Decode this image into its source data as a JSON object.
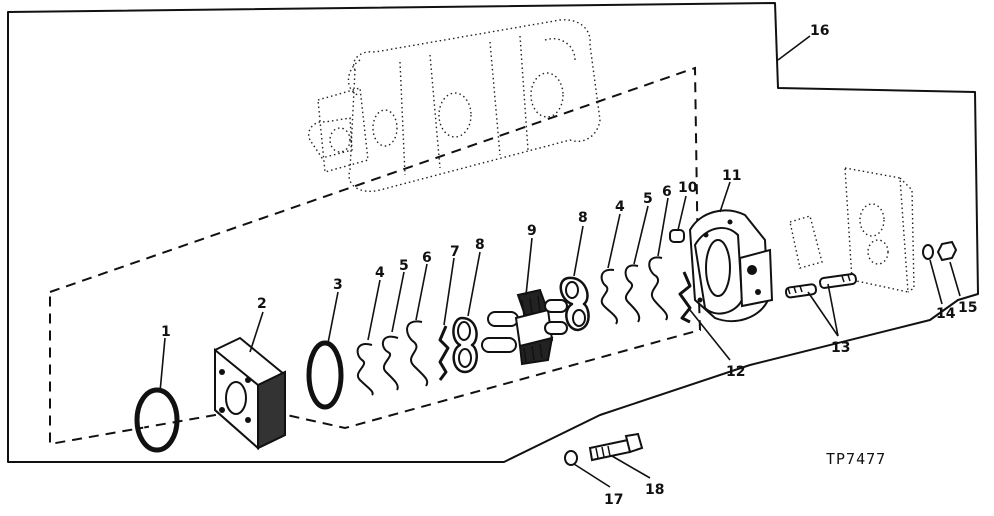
{
  "diagram": {
    "callouts": [
      "1",
      "2",
      "3",
      "4",
      "5",
      "6",
      "7",
      "8",
      "9",
      "8",
      "4",
      "5",
      "6",
      "10",
      "11",
      "12",
      "13",
      "14",
      "15",
      "16",
      "17",
      "18"
    ],
    "reference_code": "TP7477"
  }
}
